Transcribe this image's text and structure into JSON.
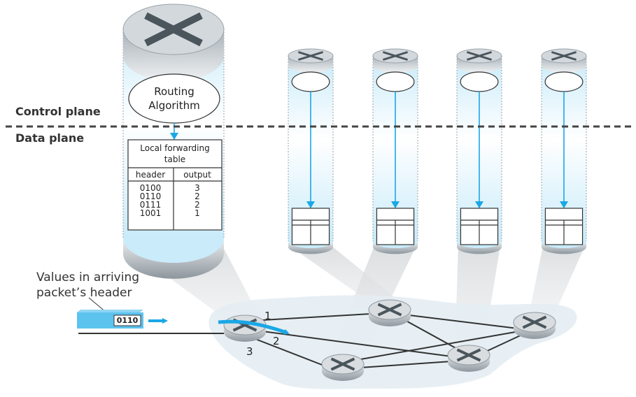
{
  "diagram": {
    "planes": {
      "control_label": "Control plane",
      "data_label": "Data plane"
    },
    "main_router": {
      "algorithm_label_line1": "Routing",
      "algorithm_label_line2": "Algorithm",
      "table": {
        "title_line1": "Local forwarding",
        "title_line2": "table",
        "columns": [
          "header",
          "output"
        ],
        "rows": [
          {
            "header": "0100",
            "output": "3"
          },
          {
            "header": "0110",
            "output": "2"
          },
          {
            "header": "0111",
            "output": "2"
          },
          {
            "header": "1001",
            "output": "1"
          }
        ]
      }
    },
    "other_routers_count": 4,
    "packet": {
      "callout_line1": "Values in arriving",
      "callout_line2": "packet’s header",
      "header_value": "0110"
    },
    "ports": [
      "1",
      "2",
      "3"
    ],
    "colors": {
      "accent_blue": "#1aa7e6",
      "cloud": "#e6eef4",
      "router_gray": "#c9ced3",
      "dashed_line": "#444444"
    }
  }
}
